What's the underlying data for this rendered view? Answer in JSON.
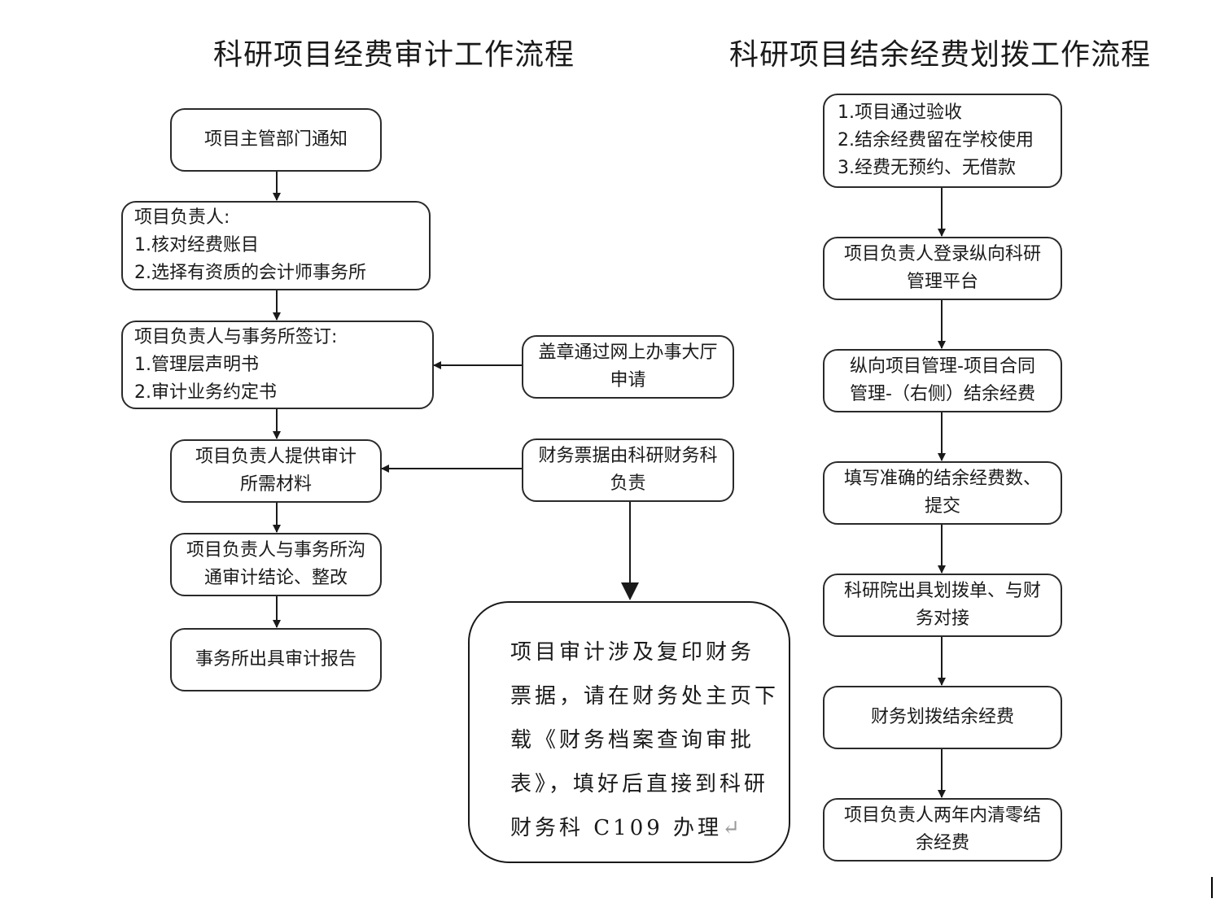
{
  "titles": {
    "left": "科研项目经费审计工作流程",
    "right": "科研项目结余经费划拨工作流程"
  },
  "audit_flow": {
    "notify": "项目主管部门通知",
    "verify": [
      "项目负责人:",
      "1.核对经费账目",
      "2.选择有资质的会计师事务所"
    ],
    "sign": [
      "项目负责人与事务所签订:",
      "1.管理层声明书",
      "2.审计业务约定书"
    ],
    "provide": [
      "项目负责人提供审计",
      "所需材料"
    ],
    "communicate": [
      "项目负责人与事务所沟",
      "通审计结论、整改"
    ],
    "report": "事务所出具审计报告"
  },
  "side_boxes": {
    "stamp": [
      "盖章通过网上办事大厅",
      "申请"
    ],
    "receipts": [
      "财务票据由科研财务科",
      "负责"
    ]
  },
  "note": {
    "lines": [
      "项目审计涉及复印财务",
      "票据，请在财务处主页下",
      "载《财务档案查询审批",
      "表》，填好后直接到科研",
      "财务科 C109 办理"
    ],
    "return_mark": "↵"
  },
  "settlement_flow": {
    "conditions": [
      "1.项目通过验收",
      "2.结余经费留在学校使用",
      "3.经费无预约、无借款"
    ],
    "login": [
      "项目负责人登录纵向科研",
      "管理平台"
    ],
    "navigate": [
      "纵向项目管理-项目合同",
      "管理-（右侧）结余经费"
    ],
    "fill": [
      "填写准确的结余经费数、",
      "提交"
    ],
    "issue": [
      "科研院出具划拨单、与财",
      "务对接"
    ],
    "transfer": "财务划拨结余经费",
    "clear": [
      "项目负责人两年内清零结",
      "余经费"
    ]
  }
}
